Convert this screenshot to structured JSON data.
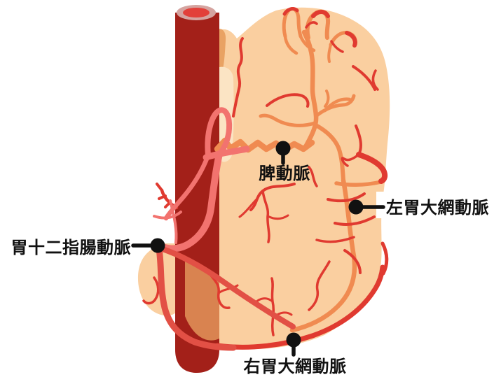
{
  "figure": {
    "labels": {
      "splenic_artery": "脾動脈",
      "left_gastroepiploic_artery": "左胃大網動脈",
      "gastroduodenal_artery": "胃十二指腸動脈",
      "right_gastroepiploic_artery": "右胃大網動脈"
    },
    "colors": {
      "background": "#FFFFFF",
      "stomach": "#FACFA0",
      "stomach_shadow": "#E9A263",
      "omentum_highlight": "#FBE4C4",
      "stomach_over_aorta": "#D98350",
      "aorta": "#A32019",
      "aorta_rim": "#D5A4A0",
      "aorta_lumen": "#E2403A",
      "artery_orange": "#F08B51",
      "artery_red": "#E03A30",
      "artery_pink": "#F2736F",
      "artery_pink_red": "#E25045",
      "label_text": "#111111",
      "leader": "#111111"
    }
  }
}
